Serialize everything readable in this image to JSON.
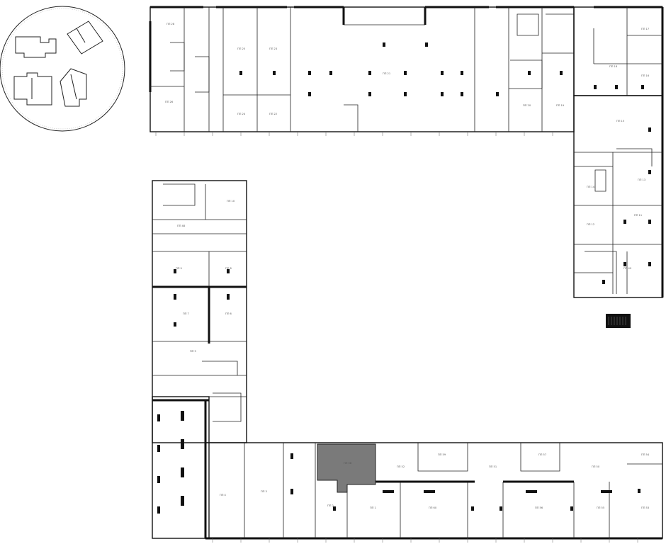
{
  "colors": {
    "highlight": "#7a7a7a",
    "wall": "#111111",
    "background": "#ffffff"
  },
  "keyplan": {
    "icon": "site-keyplan-icon"
  },
  "legend": {
    "icon": "north-bar-icon"
  },
  "highlighted_unit": {
    "label": "ПП 58"
  },
  "rooms": [
    {
      "label": "ПП 28"
    },
    {
      "label": "ПП 26"
    },
    {
      "label": "ПП 25"
    },
    {
      "label": "ПП 24"
    },
    {
      "label": "ПП 23"
    },
    {
      "label": "ПП 22"
    },
    {
      "label": "ПП 21"
    },
    {
      "label": "ПП 20"
    },
    {
      "label": "ПП 19"
    },
    {
      "label": "ПП 18"
    },
    {
      "label": "ПП 17"
    },
    {
      "label": "ПП 16"
    },
    {
      "label": "ПП 15"
    },
    {
      "label": "ПП 14"
    },
    {
      "label": "ПП 13"
    },
    {
      "label": "ПП 12"
    },
    {
      "label": "ПП 11"
    },
    {
      "label": "ПП 10"
    },
    {
      "label": "ПП 9"
    },
    {
      "label": "ПП 8"
    },
    {
      "label": "ПП 7"
    },
    {
      "label": "ПП 6"
    },
    {
      "label": "ПП 5"
    },
    {
      "label": "ПП 4"
    },
    {
      "label": "ПП 3"
    },
    {
      "label": "ПП 2"
    },
    {
      "label": "ПП 1"
    },
    {
      "label": "ПП 60"
    },
    {
      "label": "ПП 59"
    },
    {
      "label": "ПП 57"
    },
    {
      "label": "ПП 56"
    },
    {
      "label": "ПП 55"
    },
    {
      "label": "ПП 54"
    },
    {
      "label": "ПП 53"
    },
    {
      "label": "ПП 52"
    },
    {
      "label": "ПП 51"
    },
    {
      "label": "ПП 50"
    },
    {
      "label": "ПП 49"
    },
    {
      "label": "ПП 48"
    }
  ]
}
